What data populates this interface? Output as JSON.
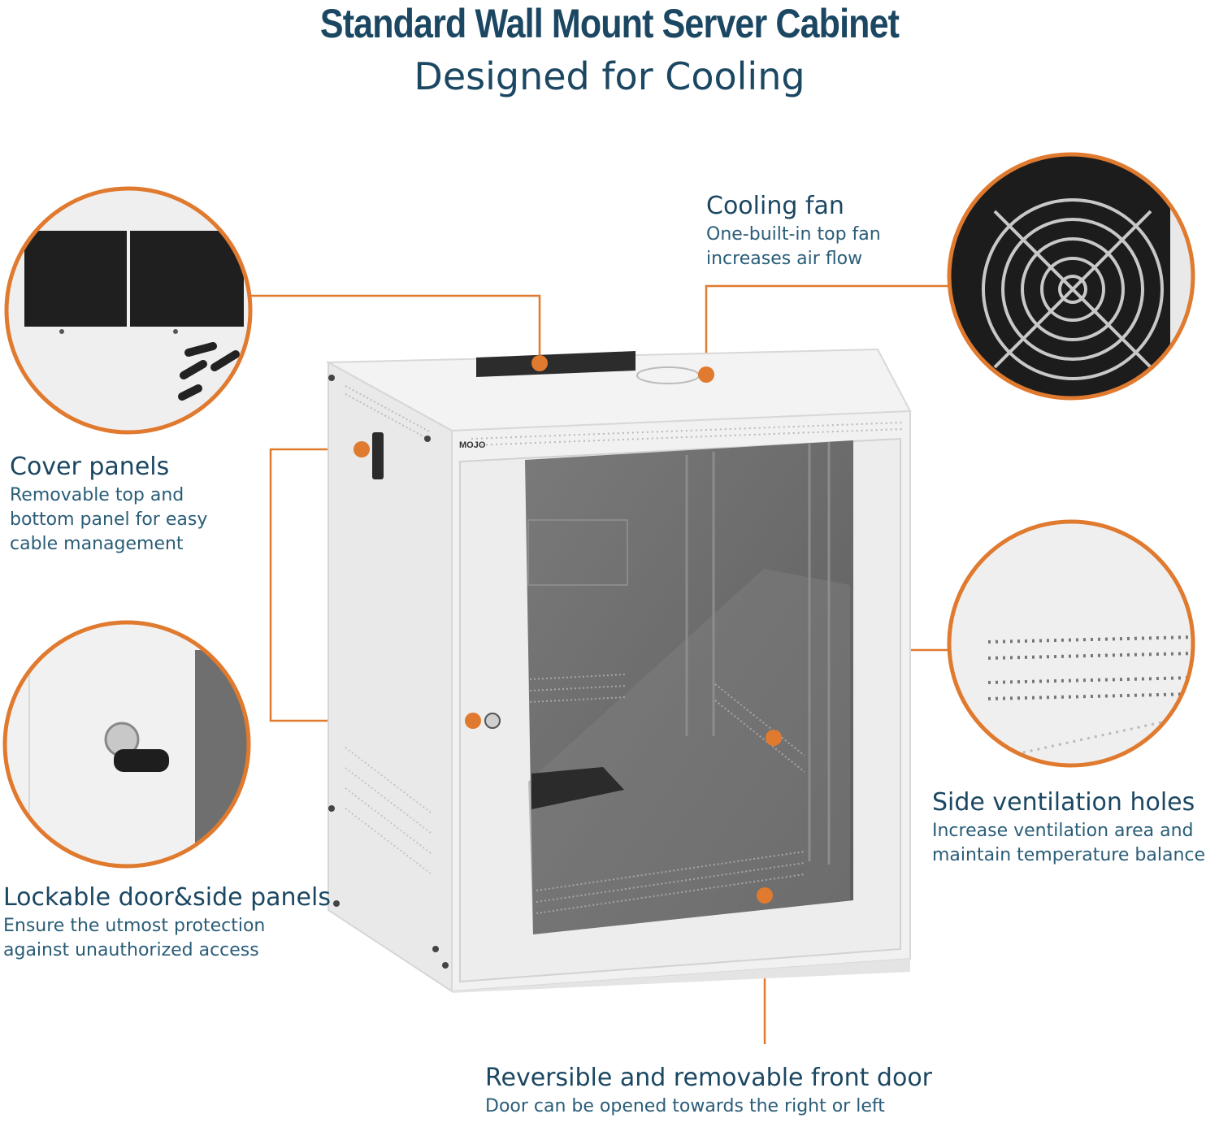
{
  "header": {
    "title": "Standard Wall Mount Server Cabinet",
    "subtitle": "Designed for Cooling"
  },
  "brand": {
    "logo_text": "MOJO"
  },
  "colors": {
    "accent": "#e07a2f",
    "text": "#1b4762",
    "cabinet": "#eeeeee",
    "glass": "#6f6f6f"
  },
  "features": {
    "cooling_fan": {
      "title": "Cooling fan",
      "desc": "One-built-in top fan\nincreases air flow"
    },
    "cover_panels": {
      "title": "Cover panels",
      "desc": "Removable top and\nbottom panel for easy\ncable management"
    },
    "lockable": {
      "title": "Lockable door&side panels",
      "desc": "Ensure the utmost protection\nagainst unauthorized access"
    },
    "side_vent": {
      "title": "Side ventilation holes",
      "desc": "Increase ventilation area and\nmaintain temperature balance"
    },
    "front_door": {
      "title": "Reversible and removable front door",
      "desc": "Door can be opened towards the right or left"
    }
  }
}
